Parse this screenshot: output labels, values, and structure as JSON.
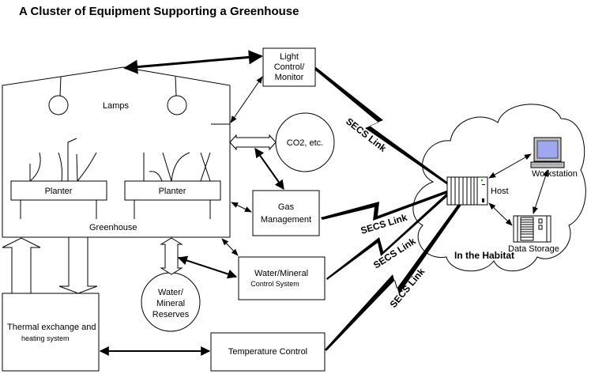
{
  "title": "A Cluster of Equipment Supporting a Greenhouse",
  "greenhouse": {
    "label": "Greenhouse",
    "lamps_label": "Lamps",
    "planters": [
      "Planter",
      "Planter"
    ]
  },
  "nodes": {
    "light_control": [
      "Light",
      "Control/",
      "Monitor"
    ],
    "co2": "CO2, etc.",
    "gas_management": [
      "Gas",
      "Management"
    ],
    "water_control": [
      "Water/Mineral",
      "Control System"
    ],
    "water_reserves": [
      "Water/",
      "Mineral",
      "Reserves"
    ],
    "thermal": [
      "Thermal exchange and",
      "heating system"
    ],
    "temperature_control": "Temperature Control"
  },
  "links": {
    "secs_label": "SECS Link",
    "count": 4
  },
  "habitat": {
    "label": "In the Habitat",
    "host": "Host",
    "workstation": "Workstation",
    "data_storage": "Data Storage"
  },
  "colors": {
    "line": "#000000",
    "background": "#ffffff",
    "screen": "#9ea8f0",
    "monitor_body": "#c0c0c0",
    "host_led": "#00c000"
  }
}
